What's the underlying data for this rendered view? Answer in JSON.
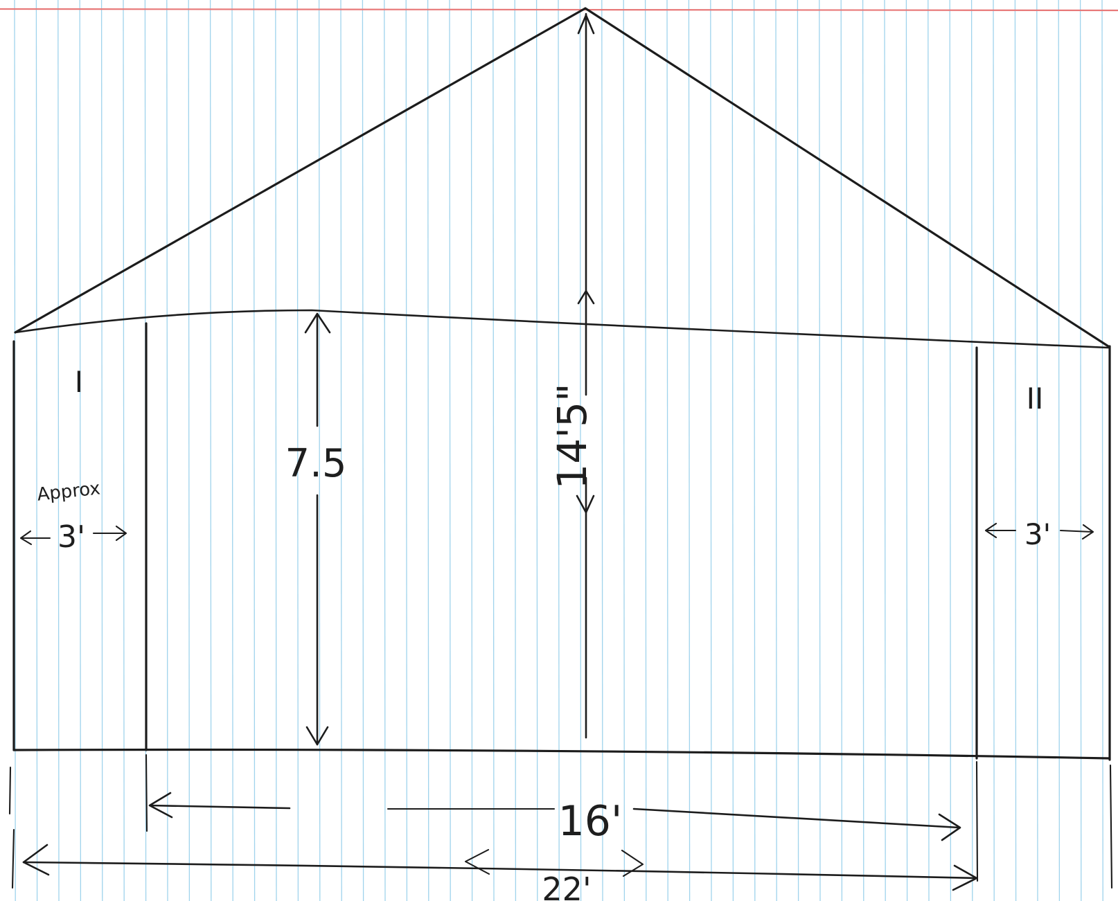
{
  "paper": {
    "background": "#ffffff",
    "rule_color": "#9fd3ec",
    "margin_color": "#e87979"
  },
  "ink_color": "#1c1c1c",
  "labels": {
    "center_height": "14'5\"",
    "wall_height": "7.5",
    "approx_note": "Approx",
    "left_side_width": "3'",
    "right_side_width": "3'",
    "center_span": "16'",
    "total_width": "22'",
    "left_section_marker": "I",
    "right_section_marker": "II"
  }
}
